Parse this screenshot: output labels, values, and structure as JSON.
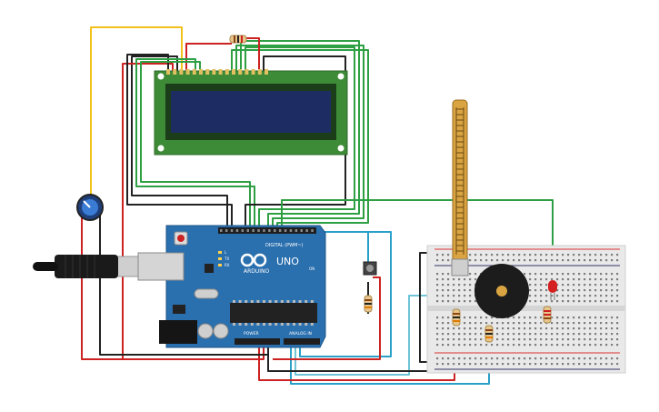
{
  "arduino": {
    "brand": "ARDUINO",
    "model": "UNO",
    "digital_label": "DIGITAL (PWM~)",
    "power_label": "POWER",
    "analog_label": "ANALOG IN",
    "on_label": "ON",
    "tx_label": "TX",
    "rx_label": "RX",
    "l_label": "L",
    "colors": {
      "board": "#2a6fae",
      "header": "#1e1e1e",
      "chip": "#222222"
    }
  },
  "lcd": {
    "colors": {
      "pcb": "#3d8b37",
      "bezel": "#1c3d1a",
      "screen": "#1d2d63"
    }
  },
  "breadboard": {
    "colors": {
      "body": "#e9e9e9",
      "rail_red": "#d33",
      "rail_blue": "#336"
    }
  },
  "components": {
    "flex_sensor": "flex-sensor",
    "buzzer": "piezo-buzzer",
    "led": "red-led",
    "potentiometer": "potentiometer",
    "pushbutton": "pushbutton",
    "usb_cable": "usb-cable"
  },
  "wire_colors": {
    "green": "#2ea043",
    "black": "#222222",
    "red": "#cc2222",
    "yellow": "#f2c21b",
    "blue": "#2aa0c8"
  }
}
